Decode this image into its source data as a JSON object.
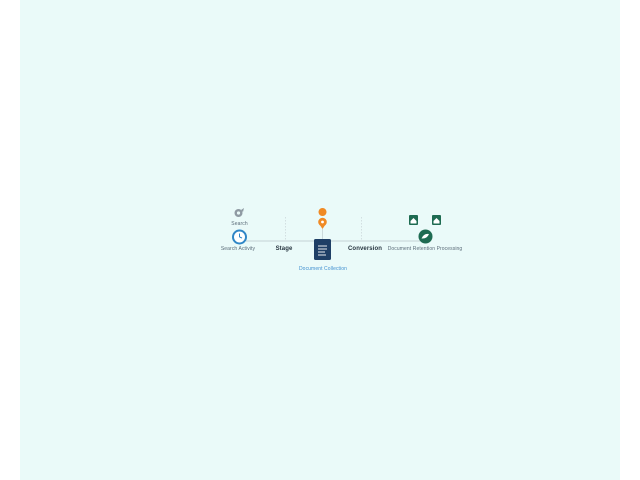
{
  "diagram": {
    "nodes": [
      {
        "id": "start",
        "top_label": "Search",
        "bottom_label": "Search Activity",
        "icon": "clock-icon"
      },
      {
        "id": "stage",
        "label": "Stage"
      },
      {
        "id": "center",
        "top_icon": "location-pin-icon",
        "bottom_label": "Document Collection",
        "icon": "document-icon"
      },
      {
        "id": "conversion",
        "label": "Conversion"
      },
      {
        "id": "end",
        "bottom_label": "Document Retention Processing",
        "icon": "chat-bubble-icon",
        "side_icons": [
          "house-icon",
          "house-icon"
        ]
      }
    ],
    "colors": {
      "background": "#eafaf9",
      "line": "#b7c4c8",
      "blue_ring": "#2f86c6",
      "doc": "#1f3f66",
      "pin": "#f08a24",
      "green": "#1e6b52",
      "gray_icon": "#8f9aa3"
    }
  }
}
